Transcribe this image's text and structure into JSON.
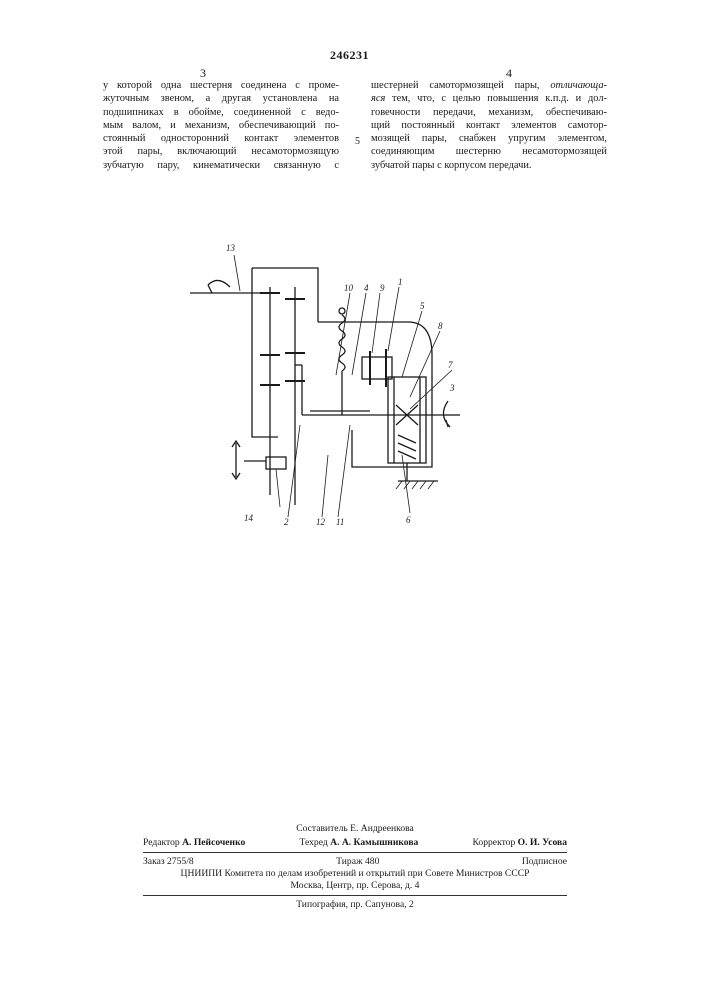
{
  "header": {
    "patent_number": "246231",
    "left_col_num": "3",
    "right_col_num": "4",
    "margin_line_num": "5"
  },
  "left_column": [
    "у которой одна шестерня соединена с проме-",
    "жуточным звеном, а другая установлена на",
    "подшипниках в обойме, соединенной с ведо-",
    "мым валом, и механизм, обеспечивающий по-",
    "стоянный односторонний контакт элементов",
    "этой пары, включающий несамотормозящую",
    "зубчатую пару, кинематически связанную с"
  ],
  "right_column": {
    "line1": "шестерней самотормозящей пары,",
    "line1_italic": "отличающа-",
    "line2_italic": "яся",
    "line2": "тем, что, с целью повышения к.п.д. и дол-",
    "rest": [
      "говечности передачи, механизм, обеспечиваю-",
      "щий постоянный контакт элементов самотор-",
      "мозящей пары, снабжен упругим элементом,",
      "соединяющим шестерню несамотормозящей",
      "зубчатой пары с корпусом передачи."
    ]
  },
  "drawing_labels": {
    "l13": "13",
    "l10": "10",
    "l4": "4",
    "l9": "9",
    "l1": "1",
    "l5": "5",
    "l8": "8",
    "l7": "7",
    "l3": "3",
    "l14": "14",
    "l2": "2",
    "l12": "12",
    "l11": "11",
    "l6": "6"
  },
  "footer": {
    "compiler": "Составитель Е. Андреенкова",
    "editor_label": "Редактор",
    "editor_name": "А. Пейсоченко",
    "techred_label": "Техред",
    "techred_name": "А. А. Камышникова",
    "corrector_label": "Корректор",
    "corrector_name": "О. И. Усова",
    "order": "Заказ 2755/8",
    "circulation": "Тираж 480",
    "subscription": "Подписное",
    "institute": "ЦНИИПИ Комитета по делам изобретений и открытий при Совете Министров СССР",
    "address": "Москва, Центр, пр. Серова, д. 4",
    "printing": "Типография, пр. Сапунова, 2"
  }
}
